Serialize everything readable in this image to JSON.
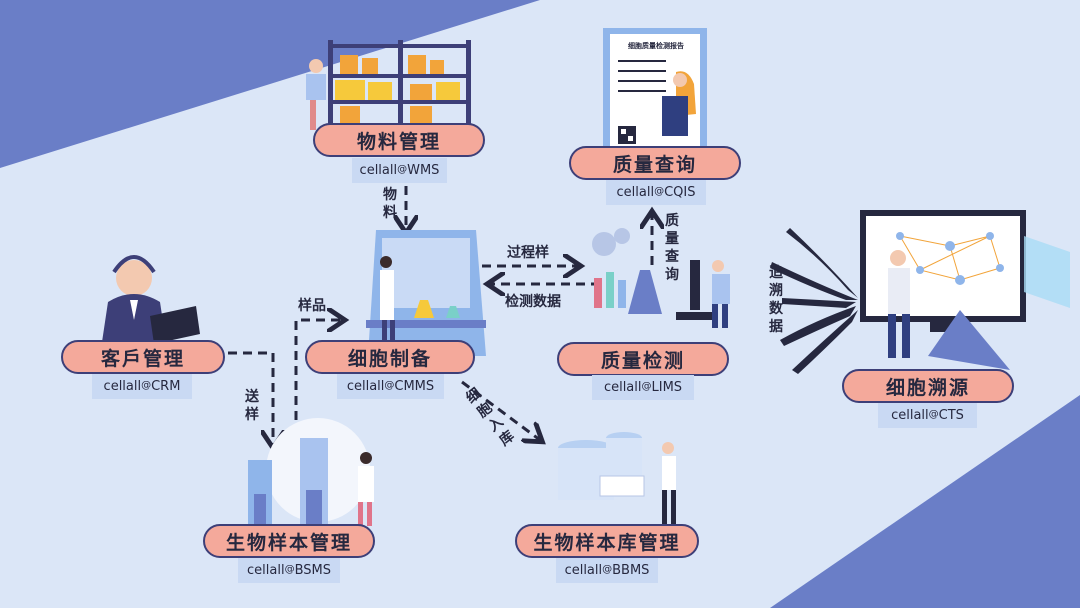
{
  "nodes": {
    "wms": {
      "title": "物料管理",
      "brand": "cellall",
      "at": "@",
      "code": "WMS"
    },
    "cqis": {
      "title": "质量查询",
      "brand": "cellall",
      "at": "@",
      "code": "CQIS"
    },
    "crm": {
      "title": "客戶管理",
      "brand": "cellall",
      "at": "@",
      "code": "CRM"
    },
    "cmms": {
      "title": "细胞制备",
      "brand": "cellall",
      "at": "@",
      "code": "CMMS"
    },
    "lims": {
      "title": "质量检测",
      "brand": "cellall",
      "at": "@",
      "code": "LIMS"
    },
    "cts": {
      "title": "细胞溯源",
      "brand": "cellall",
      "at": "@",
      "code": "CTS"
    },
    "bsms": {
      "title": "生物样本管理",
      "brand": "cellall",
      "at": "@",
      "code": "BSMS"
    },
    "bbms": {
      "title": "生物样本库管理",
      "brand": "cellall",
      "at": "@",
      "code": "BBMS"
    }
  },
  "edges": {
    "material": "物料",
    "process": "过程样",
    "result": "检测数据",
    "query": "质量查询",
    "sample": "样品",
    "send": "送样",
    "store": "细胞入库",
    "trace": "追溯数据"
  },
  "report_title": "细胞质量检测报告",
  "colors": {
    "pill": "#f4a99b",
    "border": "#3d3f78",
    "tag": "#c9d9f3",
    "band": "#6a7ec7",
    "bg": "#dbe6f7"
  }
}
